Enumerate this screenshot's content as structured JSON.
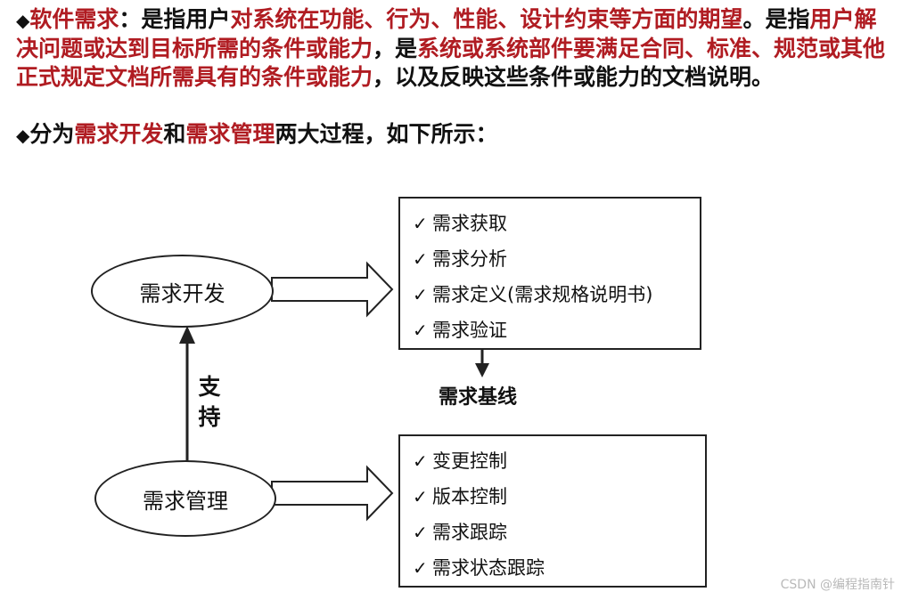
{
  "paragraph1": {
    "bullet": "◆",
    "segments": [
      {
        "text": "软件需求",
        "red": true
      },
      {
        "text": "：是指用户",
        "red": false
      },
      {
        "text": "对系统在功能、行为、性能、设计约束等方面的期望",
        "red": true
      },
      {
        "text": "。是指",
        "red": false
      },
      {
        "text": "用户解决问题或达到目标所需的条件或能力",
        "red": true
      },
      {
        "text": "，是",
        "red": false
      },
      {
        "text": "系统或系统部件要满足合同、标准、规范或其他正式规定文档所需具有的条件或能力",
        "red": true
      },
      {
        "text": "，以及反映这些条件或能力的文档说明。",
        "red": false
      }
    ]
  },
  "paragraph2": {
    "bullet": "◆",
    "segments": [
      {
        "text": "分为",
        "red": false
      },
      {
        "text": "需求开发",
        "red": true
      },
      {
        "text": "和",
        "red": false
      },
      {
        "text": "需求管理",
        "red": true
      },
      {
        "text": "两大过程，如下所示：",
        "red": false
      }
    ]
  },
  "diagram": {
    "dev_label": "需求开发",
    "mgmt_label": "需求管理",
    "support_label": [
      "支",
      "持"
    ],
    "baseline_label": "需求基线",
    "check_mark": "✓",
    "dev_items": [
      "需求获取",
      "需求分析",
      "需求定义(需求规格说明书)",
      "需求验证"
    ],
    "mgmt_items": [
      "变更控制",
      "版本控制",
      "需求跟踪",
      "需求状态跟踪"
    ]
  },
  "watermark": "CSDN @编程指南针"
}
